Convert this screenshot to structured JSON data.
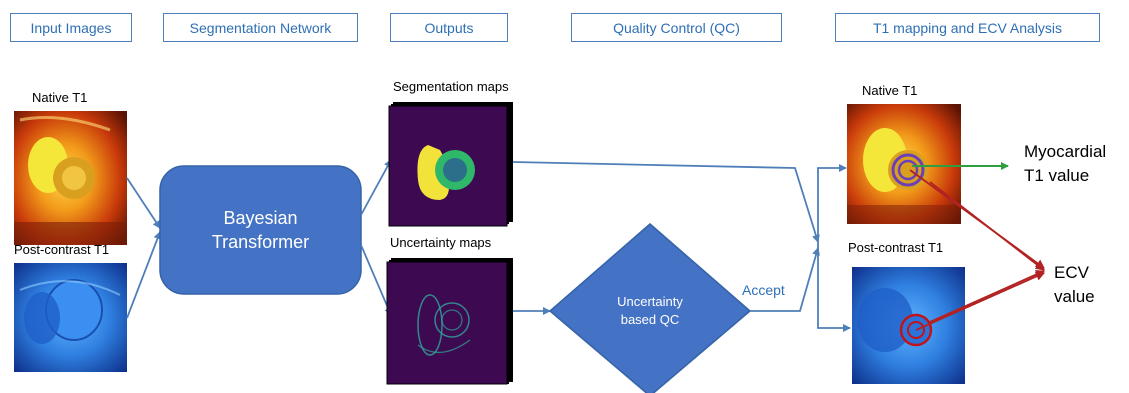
{
  "headers": {
    "input": "Input Images",
    "segnet": "Segmentation Network",
    "outputs": "Outputs",
    "qc": "Quality Control (QC)",
    "analysis": "T1 mapping and ECV Analysis"
  },
  "labels": {
    "native_t1_left": "Native T1",
    "post_contrast_left": "Post-contrast T1",
    "segmentation_maps": "Segmentation maps",
    "uncertainty_maps": "Uncertainty maps",
    "native_t1_right": "Native T1",
    "post_contrast_right": "Post-contrast T1"
  },
  "nodes": {
    "bayesian_line1": "Bayesian",
    "bayesian_line2": "Transformer",
    "qc_line1": "Uncertainty",
    "qc_line2": "based QC"
  },
  "edge_labels": {
    "accept": "Accept"
  },
  "results": {
    "myocardial_line1": "Myocardial",
    "myocardial_line2": "T1 value",
    "ecv": "ECV value"
  },
  "colors": {
    "box_blue": "#4472c4",
    "header_border": "#4f7fb8",
    "arrow_blue": "#4f7fb8",
    "arrow_green": "#2e9e3e",
    "arrow_red": "#b22222",
    "map_purple": "#3d0a52"
  }
}
